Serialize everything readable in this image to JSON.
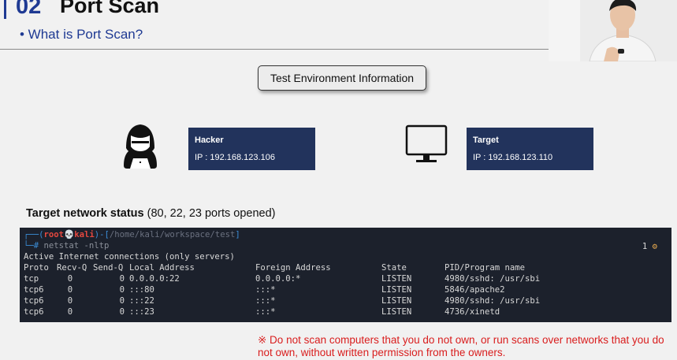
{
  "header": {
    "section_number": "02",
    "section_title": "Port Scan",
    "subtitle": "• What is Port Scan?"
  },
  "env_button_label": "Test Environment Information",
  "hacker": {
    "title": "Hacker",
    "ip": "IP : 192.168.123.106",
    "icon": "hacker-icon"
  },
  "target": {
    "title": "Target",
    "ip": "IP : 192.168.123.110",
    "icon": "monitor-icon"
  },
  "network": {
    "heading_bold": "Target network status",
    "heading_rest": " (80, 22, 23 ports opened)"
  },
  "terminal": {
    "prompt_prefix": "┌──(",
    "prompt_user": "root💀kali",
    "prompt_mid": ")-[",
    "prompt_path": "/home/kali/workspace/test",
    "prompt_end": "]",
    "prompt_hash": "└─# ",
    "command": "netstat -nltp",
    "count": "1",
    "count_icon": "⚙",
    "intro": "Active Internet connections (only servers)",
    "columns": [
      "Proto",
      "Recv-Q",
      "Send-Q",
      "Local Address",
      "Foreign Address",
      "State",
      "PID/Program name"
    ],
    "rows": [
      [
        "tcp",
        "0",
        "0",
        "0.0.0.0:22",
        "0.0.0.0:*",
        "LISTEN",
        "4980/sshd: /usr/sbi"
      ],
      [
        "tcp6",
        "0",
        "0",
        ":::80",
        ":::*",
        "LISTEN",
        "5846/apache2"
      ],
      [
        "tcp6",
        "0",
        "0",
        ":::22",
        ":::*",
        "LISTEN",
        "4980/sshd: /usr/sbi"
      ],
      [
        "tcp6",
        "0",
        "0",
        ":::23",
        ":::*",
        "LISTEN",
        "4736/xinetd"
      ]
    ]
  },
  "disclaimer": "※ Do not scan computers that you do not own, or run scans over networks that you do not own, without written permission from the owners.",
  "colors": {
    "accent": "#1f3a93",
    "box": "#22335c",
    "warning": "#d91d1d",
    "terminal_bg": "#1c212c"
  }
}
